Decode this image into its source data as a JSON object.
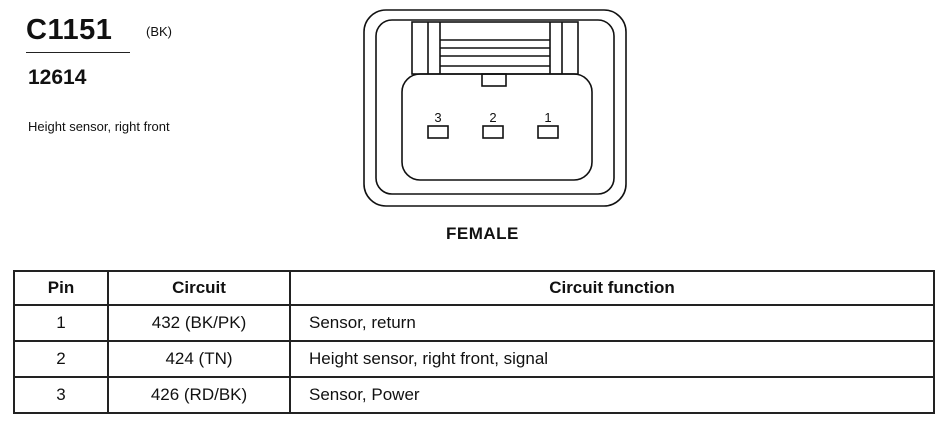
{
  "connector": {
    "id": "C1151",
    "color_code": "(BK)",
    "part_number": "12614",
    "description": "Height sensor, right front",
    "gender": "FEMALE"
  },
  "diagram": {
    "cavity_labels": [
      "3",
      "2",
      "1"
    ]
  },
  "table": {
    "headers": {
      "pin": "Pin",
      "circuit": "Circuit",
      "function": "Circuit function"
    },
    "rows": [
      {
        "pin": "1",
        "circuit": "432 (BK/PK)",
        "function": "Sensor, return"
      },
      {
        "pin": "2",
        "circuit": "424 (TN)",
        "function": "Height sensor, right front, signal"
      },
      {
        "pin": "3",
        "circuit": "426 (RD/BK)",
        "function": "Sensor, Power"
      }
    ]
  }
}
